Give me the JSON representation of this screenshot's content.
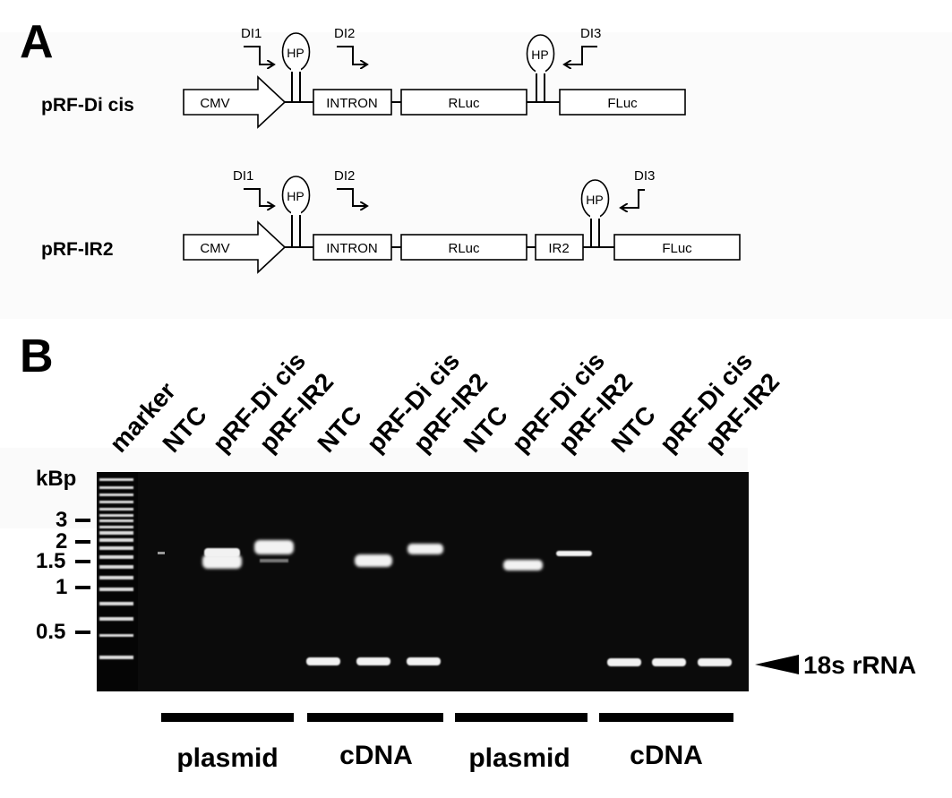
{
  "panel_a": {
    "letter": "A",
    "constructs": [
      {
        "name": "pRF-Di cis",
        "promoter": "CMV",
        "intron": "INTRON",
        "rluc": "RLuc",
        "fluc": "FLuc",
        "hp1": "HP",
        "hp2": "HP",
        "primers": [
          "DI1",
          "DI2",
          "DI3"
        ]
      },
      {
        "name": "pRF-IR2",
        "promoter": "CMV",
        "intron": "INTRON",
        "rluc": "RLuc",
        "ir": "IR2",
        "fluc": "FLuc",
        "hp1": "HP",
        "hp2": "HP",
        "primers": [
          "DI1",
          "DI2",
          "DI3"
        ]
      }
    ]
  },
  "panel_b": {
    "letter": "B",
    "lane_labels": [
      "marker",
      "NTC",
      "pRF-Di cis",
      "pRF-IR2",
      "NTC",
      "pRF-Di cis",
      "pRF-IR2",
      "NTC",
      "pRF-Di cis",
      "pRF-IR2",
      "NTC",
      "pRF-Di cis",
      "pRF-IR2"
    ],
    "size_unit": "kBp",
    "size_ticks": [
      "3",
      "2",
      "1.5",
      "1",
      "0.5"
    ],
    "rrna_label": "18s rRNA",
    "groups": [
      "plasmid",
      "cDNA",
      "plasmid",
      "cDNA"
    ],
    "colors": {
      "gel": "#0b0b0b",
      "band": "#f4f4f4"
    }
  }
}
